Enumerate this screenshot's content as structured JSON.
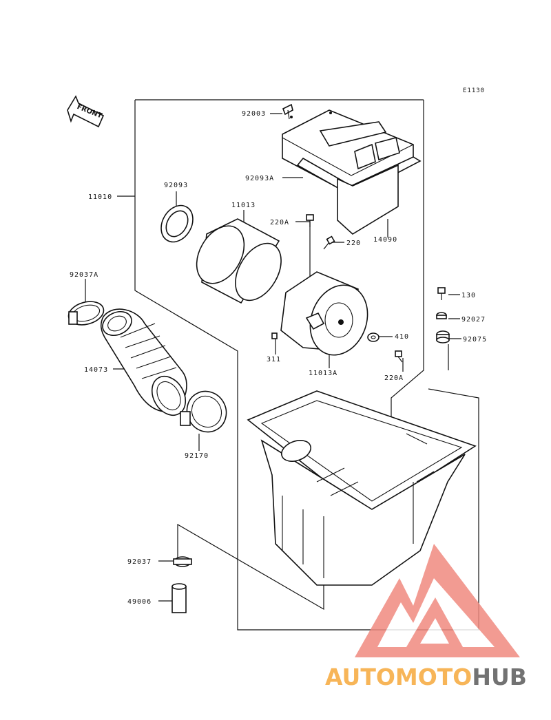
{
  "diagram_code": "E1130",
  "front_label": "FRONT",
  "parts": {
    "p92003": "92003",
    "p92093a": "92093A",
    "p11010": "11010",
    "p92093": "92093",
    "p11013": "11013",
    "p220a_top": "220A",
    "p220": "220",
    "p14090": "14090",
    "p92037a": "92037A",
    "p130": "130",
    "p92027": "92027",
    "p410": "410",
    "p92075": "92075",
    "p311": "311",
    "p11013a": "11013A",
    "p14073": "14073",
    "p220a_bot": "220A",
    "p92170": "92170",
    "p92037": "92037",
    "p49006": "49006"
  },
  "watermark": {
    "part1": "AUTOMOTO",
    "part2": "HUB",
    "color_main": "#f08a80",
    "color_orange": "#f6a93b",
    "color_dark": "#5a5a5a"
  }
}
